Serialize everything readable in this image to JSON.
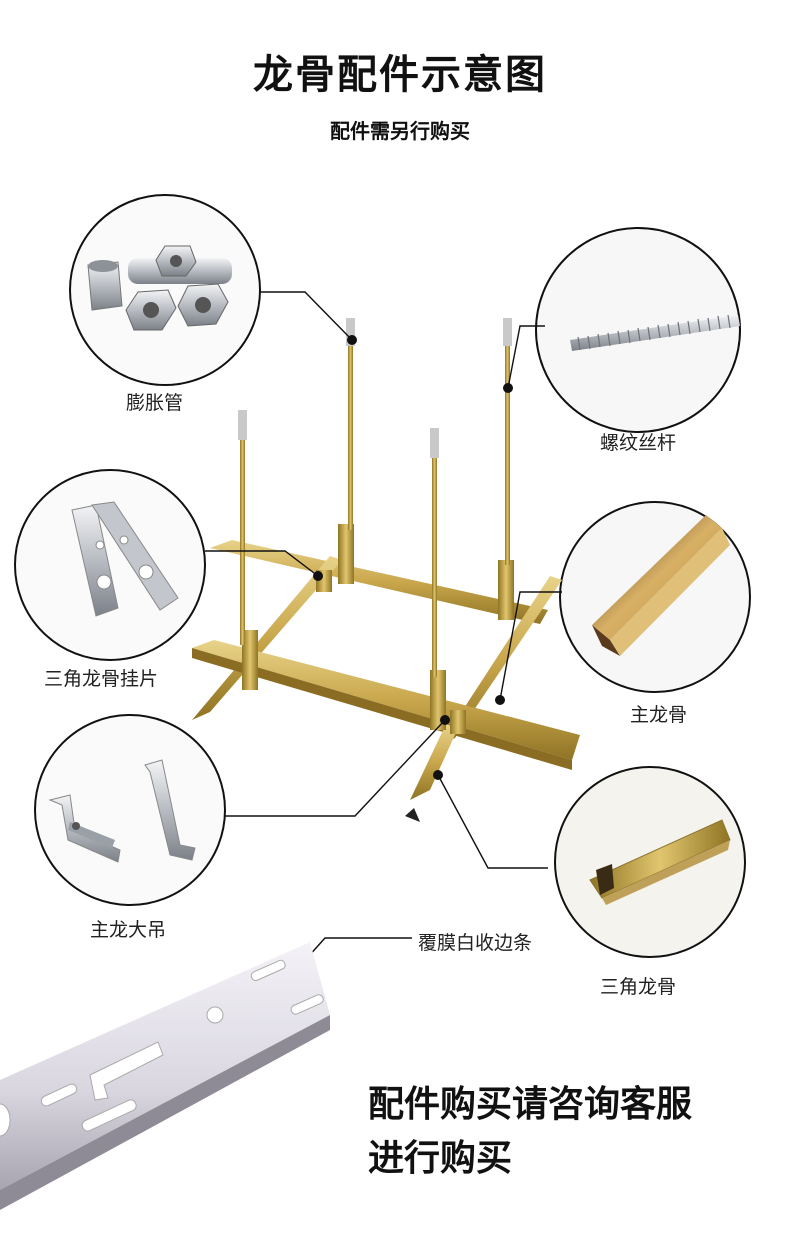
{
  "header": {
    "title": "龙骨配件示意图",
    "subtitle": "配件需另行购买"
  },
  "parts": {
    "expansion_tube": "膨胀管",
    "threaded_rod": "螺纹丝杆",
    "hanger_plate": "三角龙骨挂片",
    "main_keel": "主龙骨",
    "main_keel_hanger": "主龙大吊",
    "edge_strip": "覆膜白收边条",
    "triangle_keel": "三角龙骨"
  },
  "footer": {
    "line1": "配件购买请咨询客服",
    "line2": "进行购买"
  }
}
